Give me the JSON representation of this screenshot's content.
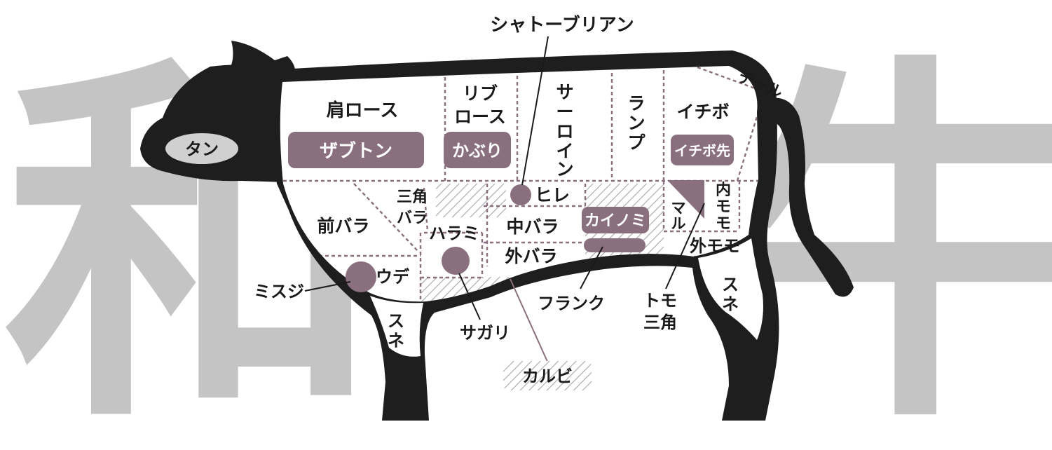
{
  "background": {
    "kanji_left": "和",
    "kanji_right": "牛"
  },
  "colors": {
    "body": "#1e1e1e",
    "cut_fill": "#8a6f7e",
    "dash": "#8a6f7e",
    "hatch": "#a6a6a6",
    "kanji": "#c4c4c4"
  },
  "cuts": {
    "tongue": "タン",
    "chuck_roll": "肩ロース",
    "zabuton": "ザブトン",
    "rib_roast_1": "リブ",
    "rib_roast_2": "ロース",
    "kaburi": "かぶり",
    "sirloin_1": "サ",
    "sirloin_2": "ー",
    "sirloin_3": "ロ",
    "sirloin_4": "イ",
    "sirloin_5": "ン",
    "rump_1": "ラ",
    "rump_2": "ン",
    "rump_3": "プ",
    "ichibo": "イチボ",
    "ichibo_saki": "イチボ先",
    "tail": "テール",
    "brisket": "前バラ",
    "sankaku_bara_1": "三角",
    "sankaku_bara_2": "バラ",
    "harami": "ハラミ",
    "tenderloin": "ヒレ",
    "naka_bara": "中バラ",
    "kainomi": "カイノミ",
    "soto_bara": "外バラ",
    "uchi_momo_1": "内",
    "uchi_momo_2": "モ",
    "uchi_momo_3": "モ",
    "maru_1": "マ",
    "maru_2": "ル",
    "soto_momo": "外モモ",
    "ude": "ウデ",
    "sune_front_1": "ス",
    "sune_front_2": "ネ",
    "sune_rear_1": "ス",
    "sune_rear_2": "ネ"
  },
  "callouts": {
    "chateaubriand": "シャトーブリアン",
    "misuji": "ミスジ",
    "sagari": "サガリ",
    "flank": "フランク",
    "tomo_sankaku_1": "トモ",
    "tomo_sankaku_2": "三角",
    "karubi": "カルビ"
  }
}
